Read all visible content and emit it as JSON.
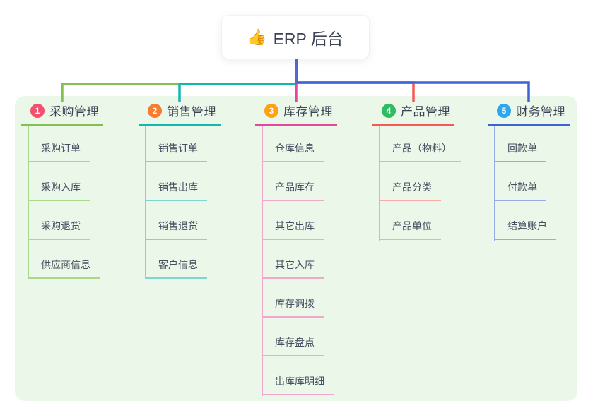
{
  "root": {
    "icon": "👍",
    "label": "ERP 后台"
  },
  "branches": [
    {
      "number": "1",
      "label": "采购管理",
      "accent": "#84c051",
      "light": "#aad88b",
      "badge": "#f2506e",
      "children": [
        "采购订单",
        "采购入库",
        "采购退货",
        "供应商信息"
      ]
    },
    {
      "number": "2",
      "label": "销售管理",
      "accent": "#13b7af",
      "light": "#7ed6cf",
      "badge": "#f97b2d",
      "children": [
        "销售订单",
        "销售出库",
        "销售退货",
        "客户信息"
      ]
    },
    {
      "number": "3",
      "label": "库存管理",
      "accent": "#e2499b",
      "light": "#f4a6cf",
      "badge": "#fca311",
      "children": [
        "仓库信息",
        "产品库存",
        "其它出库",
        "其它入库",
        "库存调拨",
        "库存盘点",
        "出库库明细"
      ]
    },
    {
      "number": "4",
      "label": "产品管理",
      "accent": "#f45a54",
      "light": "#f9aca6",
      "badge": "#2ebd62",
      "children": [
        "产品（物料）",
        "产品分类",
        "产品单位"
      ]
    },
    {
      "number": "5",
      "label": "财务管理",
      "accent": "#3f63d3",
      "light": "#97abe4",
      "badge": "#2ca7ef",
      "children": [
        "回款单",
        "付款单",
        "结算账户"
      ]
    }
  ],
  "colors": {
    "panel_background": "#ebf7e8",
    "root_connector": "#5468cb"
  }
}
